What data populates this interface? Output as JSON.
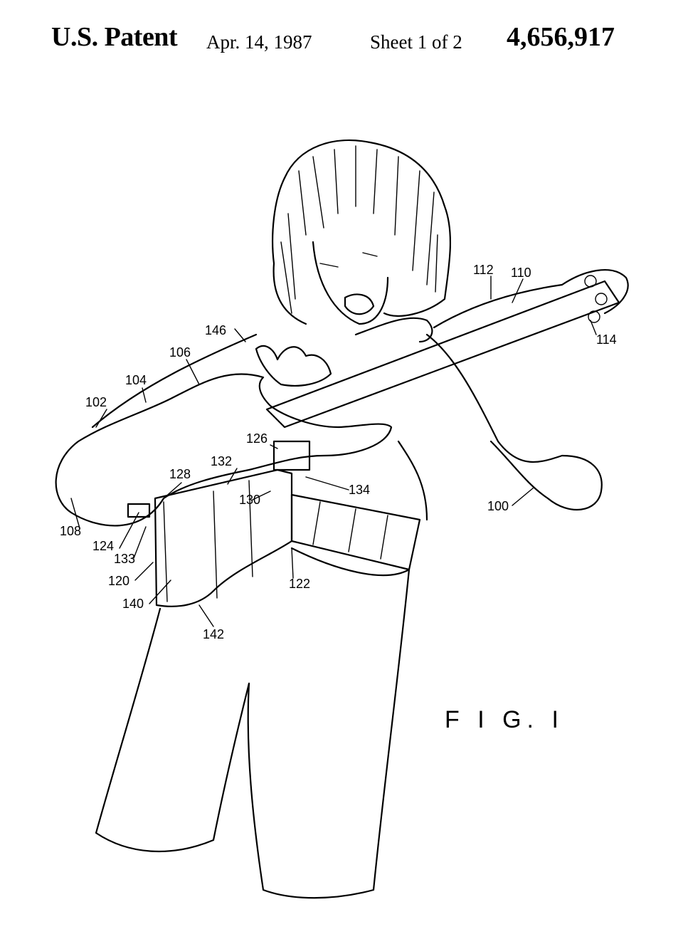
{
  "header": {
    "patent_label": "U.S. Patent",
    "date": "Apr. 14, 1987",
    "sheet": "Sheet 1 of 2",
    "patent_number": "4,656,917"
  },
  "figure": {
    "label": "F I G. I",
    "reference_numerals": {
      "r100": "100",
      "r102": "102",
      "r104": "104",
      "r106": "106",
      "r108": "108",
      "r110": "110",
      "r112": "112",
      "r114": "114",
      "r120": "120",
      "r122": "122",
      "r124": "124",
      "r126": "126",
      "r128": "128",
      "r130": "130",
      "r132": "132",
      "r133": "133",
      "r134": "134",
      "r140": "140",
      "r142": "142",
      "r146": "146"
    }
  }
}
